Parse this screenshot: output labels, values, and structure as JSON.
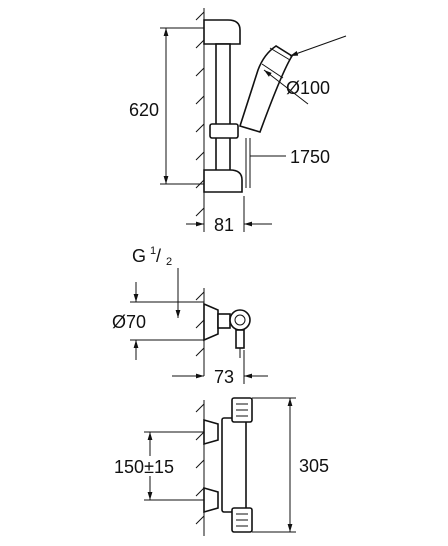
{
  "diagram": {
    "top_view": {
      "height_label": "620",
      "head_diameter_label": "Ø100",
      "hose_length_label": "1750",
      "projection_label": "81"
    },
    "middle_view": {
      "thread_label_main": "G ",
      "thread_label_num": "1",
      "thread_label_slash": "/",
      "thread_label_den": "2",
      "flange_diameter_label": "Ø70",
      "projection_label": "73"
    },
    "bottom_view": {
      "centers_label": "150±15",
      "height_label": "305"
    }
  }
}
